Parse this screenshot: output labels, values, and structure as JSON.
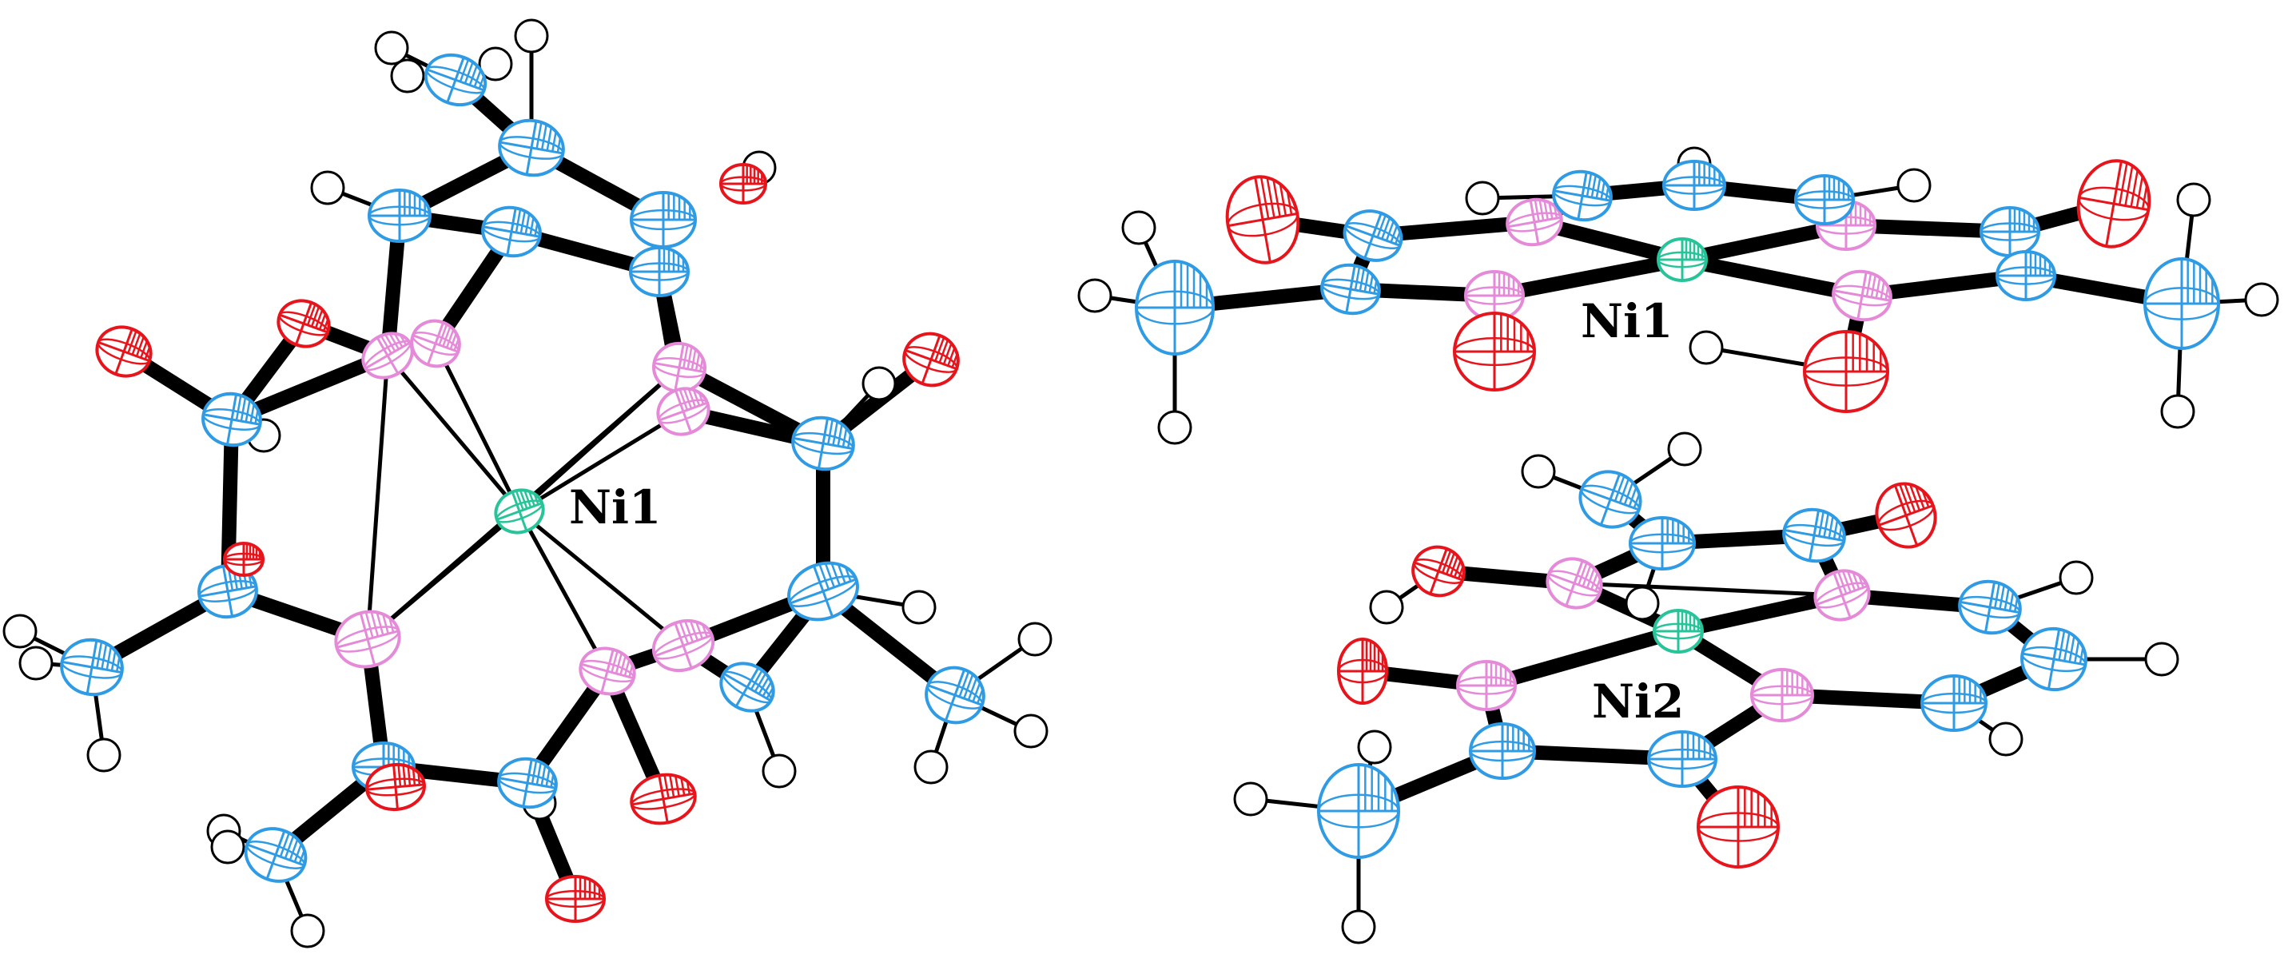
{
  "labels": {
    "left_metal": "Ni1",
    "top_right_metal": "Ni1",
    "bottom_right_metal": "Ni2"
  },
  "colors": {
    "carbon": "#2f9be4",
    "oxygen": "#e8141c",
    "nitrogen": "#e58ad8",
    "nickel": "#27c49a",
    "hydrogen": "#ffffff",
    "bond": "#000000"
  }
}
